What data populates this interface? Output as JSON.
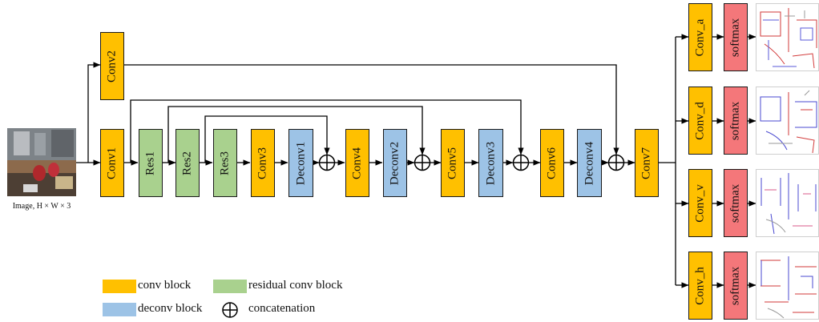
{
  "input": {
    "caption": "Image, H × W × 3"
  },
  "blocks": {
    "conv2": "Conv2",
    "conv1": "Conv1",
    "res1": "Res1",
    "res2": "Res2",
    "res3": "Res3",
    "conv3": "Conv3",
    "deconv1": "Deconv1",
    "conv4": "Conv4",
    "deconv2": "Deconv2",
    "conv5": "Conv5",
    "deconv3": "Deconv3",
    "conv6": "Conv6",
    "deconv4": "Deconv4",
    "conv7": "Conv7"
  },
  "heads": [
    {
      "conv": "Conv_a",
      "softmax": "softmax"
    },
    {
      "conv": "Conv_d",
      "softmax": "softmax"
    },
    {
      "conv": "Conv_v",
      "softmax": "softmax"
    },
    {
      "conv": "Conv_h",
      "softmax": "softmax"
    }
  ],
  "legend": {
    "conv": "conv block",
    "residual": "residual conv block",
    "deconv": "deconv block",
    "concat": "concatenation"
  },
  "colors": {
    "conv": "#ffc000",
    "residual": "#a9d18e",
    "deconv": "#9dc3e6",
    "softmax": "#f4777a",
    "line": "#000000"
  }
}
